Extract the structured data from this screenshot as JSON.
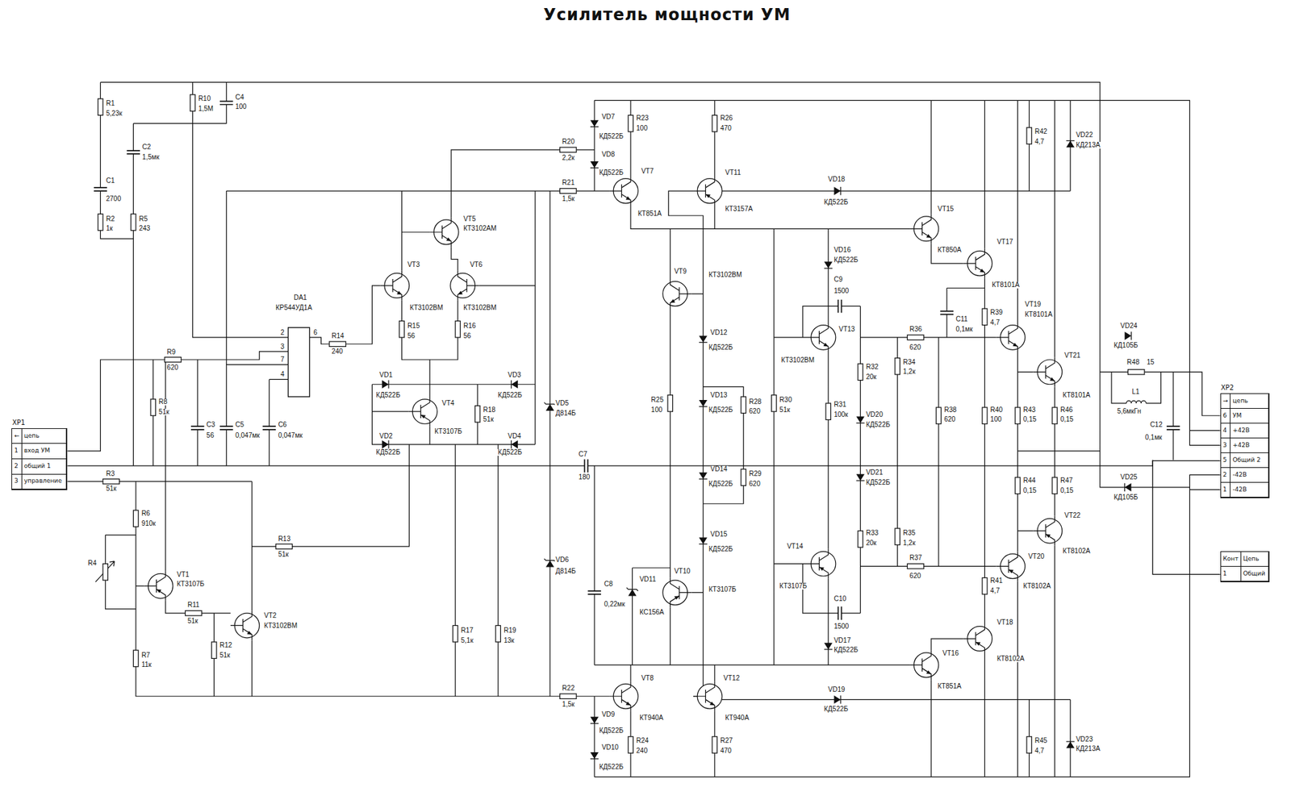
{
  "diagram": {
    "title": "Усилитель мощности УМ",
    "nodes": [
      {
        "text": [
          "ХР1",
          "←",
          "цепь",
          "1",
          "вход УМ",
          "2",
          "общий 1",
          "3",
          "управление"
        ]
      },
      {
        "text": [
          "ХР2",
          "→",
          "цепь",
          "6",
          "УМ",
          "4",
          "+42В",
          "3",
          "+42В",
          "5",
          "Общий 2",
          "2",
          "-42В",
          "1",
          "-42В"
        ]
      },
      {
        "text": [
          "Конт",
          "Цепь",
          "1",
          "Общий"
        ]
      }
    ],
    "edges": [
      {
        "from": 2,
        "to": 1,
        "arrow": "none"
      }
    ],
    "labels": [
      "R1",
      "5,23к",
      "R10",
      "1,5М",
      "C4",
      "100",
      "C2",
      "1,5мк",
      "C1",
      "2700",
      "R2",
      "1к",
      "R5",
      "243",
      "DA1",
      "КР544УД1А",
      "2",
      "3",
      "7",
      "4",
      "6",
      "R14",
      "240",
      "R9",
      "620",
      "R8",
      "51к",
      "C3",
      "56",
      "C5",
      "0,047мк",
      "C6",
      "0,047мк",
      "R3",
      "51к",
      "R6",
      "910к",
      "R4",
      "VT1",
      "КТ3107Б",
      "R11",
      "51к",
      "VT2",
      "КТ3102ВМ",
      "R13",
      "51к",
      "R12",
      "51к",
      "R7",
      "11к",
      "VT3",
      "КТ3102ВМ",
      "VT6",
      "КТ3102ВМ",
      "VT5",
      "КТ3102АМ",
      "R15",
      "56",
      "R16",
      "56",
      "VT4",
      "КТ3107Б",
      "R18",
      "51к",
      "VD1",
      "КД522Б",
      "VD2",
      "КД522Б",
      "VD3",
      "КД522Б",
      "VD4",
      "КД522Б",
      "VD5",
      "Д814Б",
      "VD6",
      "Д814Б",
      "R17",
      "5,1к",
      "R19",
      "13к",
      "R20",
      "2,2к",
      "R21",
      "1,5к",
      "VT7",
      "КТ851А",
      "VD7",
      "КД522Б",
      "VD8",
      "КД522Б",
      "R23",
      "100",
      "R26",
      "470",
      "VT11",
      "КТ3157А",
      "VT9",
      "КТ3102ВМ",
      "VD12",
      "КД522Б",
      "VD13",
      "КД522Б",
      "VD14",
      "КД522Б",
      "VD15",
      "КД522Б",
      "R28",
      "620",
      "R29",
      "620",
      "R25",
      "100",
      "R30",
      "51к",
      "VT10",
      "КТ3107Б",
      "VD11",
      "КС156А",
      "C8",
      "0,22мк",
      "C7",
      "180",
      "R22",
      "1,5к",
      "VT8",
      "КТ940А",
      "VD9",
      "КД522Б",
      "VD10",
      "КД522Б",
      "R24",
      "240",
      "VT12",
      "КТ940А",
      "R27",
      "470",
      "VD18",
      "КД522Б",
      "VD19",
      "КД522Б",
      "VD16",
      "КД522Б",
      "C9",
      "1500",
      "VT13",
      "КТ3102ВМ",
      "R31",
      "100к",
      "VT14",
      "КТ3107Б",
      "C10",
      "1500",
      "VD17",
      "КД522Б",
      "R32",
      "20к",
      "VD20",
      "КД522Б",
      "VD21",
      "КД522Б",
      "R33",
      "20к",
      "R34",
      "1,2к",
      "R35",
      "1,2к",
      "R36",
      "620",
      "R37",
      "620",
      "C11",
      "0,1мк",
      "R38",
      "620",
      "R39",
      "4,7",
      "R40",
      "100",
      "R41",
      "4,7",
      "VT15",
      "КТ850А",
      "VT17",
      "КТ8101А",
      "VT19",
      "КТ8101А",
      "VT21",
      "КТ8101А",
      "VT22",
      "КТ8102А",
      "VT20",
      "КТ8102А",
      "VT18",
      "КТ8102А",
      "VT16",
      "КТ851А",
      "R42",
      "4,7",
      "VD22",
      "КД213А",
      "R45",
      "4,7",
      "VD23",
      "КД213А",
      "R43",
      "0,15",
      "R46",
      "0,15",
      "R44",
      "0,15",
      "R47",
      "0,15",
      "VD24",
      "КД105Б",
      "VD25",
      "КД105Б",
      "R48",
      "15",
      "L1",
      "5,6мкГн",
      "C12",
      "0,1мк"
    ]
  }
}
